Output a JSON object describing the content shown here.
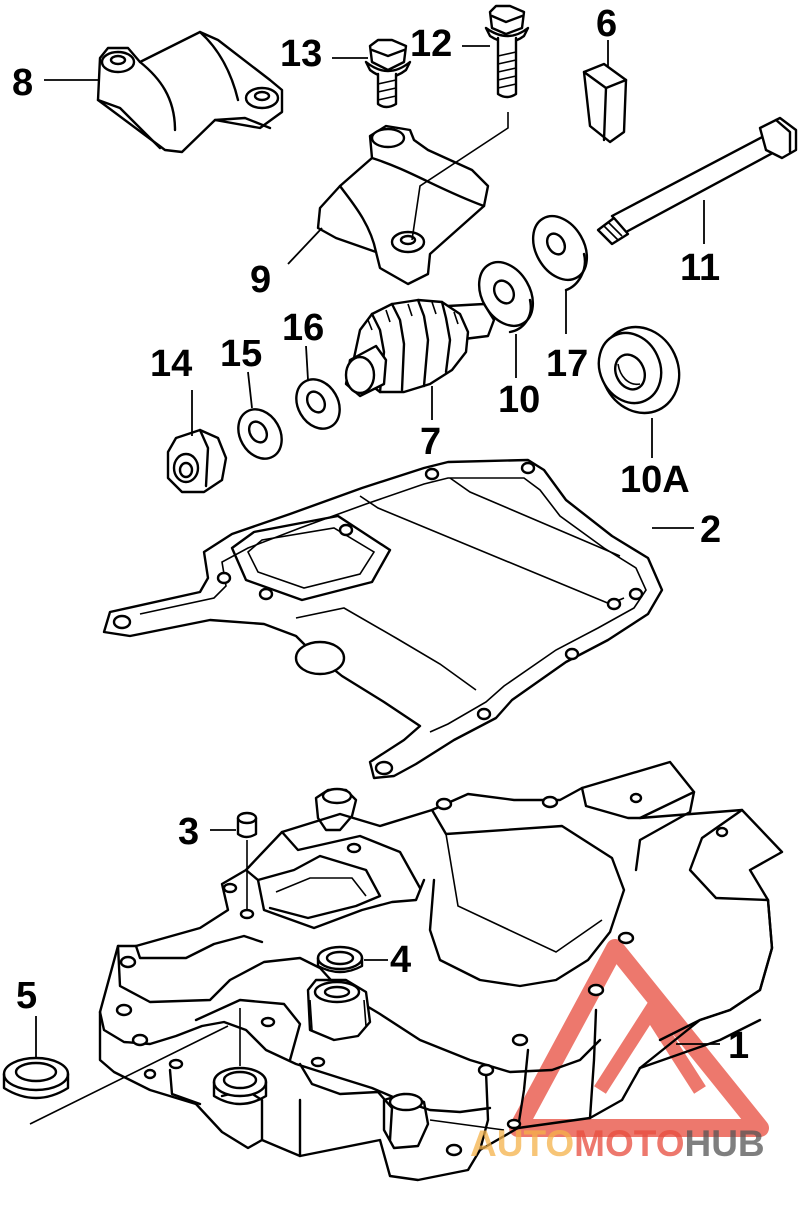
{
  "callouts": {
    "c1": "1",
    "c2": "2",
    "c3": "3",
    "c4": "4",
    "c5": "5",
    "c6": "6",
    "c7": "7",
    "c8": "8",
    "c9": "9",
    "c10": "10",
    "c10a": "10A",
    "c11": "11",
    "c12": "12",
    "c13": "13",
    "c14": "14",
    "c15": "15",
    "c16": "16",
    "c17": "17"
  },
  "watermark": {
    "part1": "AUTO",
    "part2": "MOTO",
    "part3": "HUB",
    "color_primary": "#e84c3d",
    "color_secondary": "#f5b24a",
    "color_dark": "#555555"
  }
}
